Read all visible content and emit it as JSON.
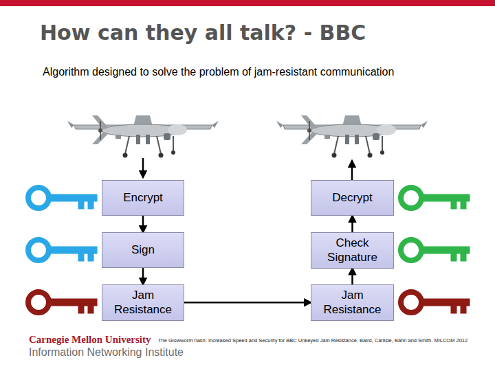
{
  "diagram": {
    "title": "How can they all talk? - BBC",
    "caption": "The Glowworm hash: Increased Speed and Security for BBC Unkeyed Jam Resistance. Baird, Carlisle, Bahn and Smith. MILCOM 2012",
    "nodes": [
      {
        "text": [
          "Encrypt"
        ]
      },
      {
        "text": [
          "Decrypt"
        ]
      },
      {
        "text": [
          "Sign"
        ]
      },
      {
        "text": [
          "Check Signature"
        ]
      },
      {
        "text": [
          "Jam Resistance"
        ]
      },
      {
        "text": [
          "Jam Resistance"
        ]
      }
    ],
    "edges": [
      {
        "from": 0,
        "to": 2,
        "arrow": "to"
      },
      {
        "from": 2,
        "to": 4,
        "arrow": "to"
      },
      {
        "from": 4,
        "to": 5,
        "arrow": "to"
      },
      {
        "from": 5,
        "to": 3,
        "arrow": "to"
      },
      {
        "from": 3,
        "to": 1,
        "arrow": "to"
      }
    ],
    "labels": [
      "Algorithm designed to solve the problem of jam-resistant communication",
      "Carnegie Mellon University",
      "Information Networking Institute"
    ]
  }
}
